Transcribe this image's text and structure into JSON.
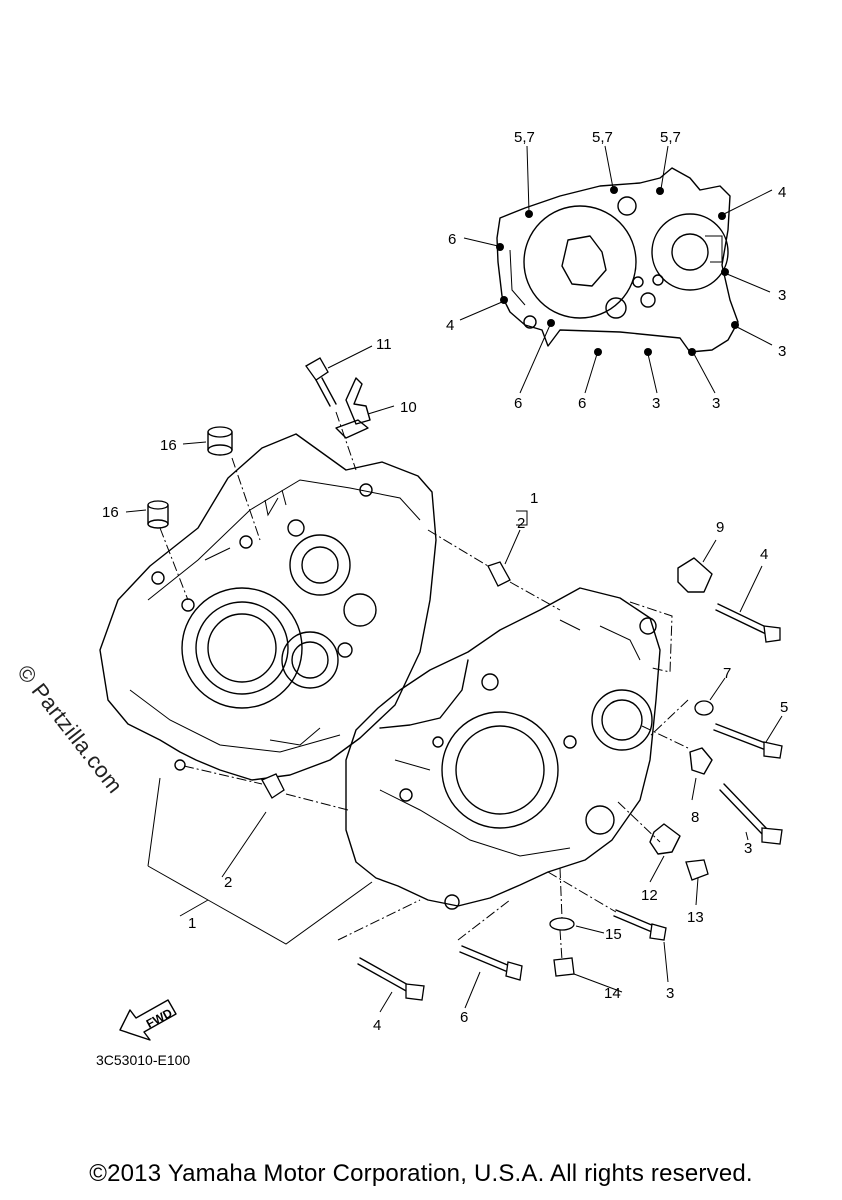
{
  "labels": {
    "l57a": "5,7",
    "l57b": "5,7",
    "l57c": "5,7",
    "l6a": "6",
    "l4a": "4",
    "l4b": "4",
    "l3a": "3",
    "l3b": "3",
    "l6b": "6",
    "l6c": "6",
    "l3c": "3",
    "l3d": "3",
    "l11": "11",
    "l10": "10",
    "l16a": "16",
    "l16b": "16",
    "l1a": "1",
    "l2a": "2",
    "l9": "9",
    "l4c": "4",
    "l7": "7",
    "l5": "5",
    "l8": "8",
    "l3e": "3",
    "l12": "12",
    "l13": "13",
    "l15": "15",
    "l14": "14",
    "l3f": "3",
    "l2b": "2",
    "l1b": "1",
    "l4d": "4",
    "l6d": "6"
  },
  "fwd_label": "FWD",
  "watermark": "© Partzilla.com",
  "drawing_code": "3C53010-E100",
  "copyright": "©2013 Yamaha Motor Corporation, U.S.A. All rights reserved."
}
